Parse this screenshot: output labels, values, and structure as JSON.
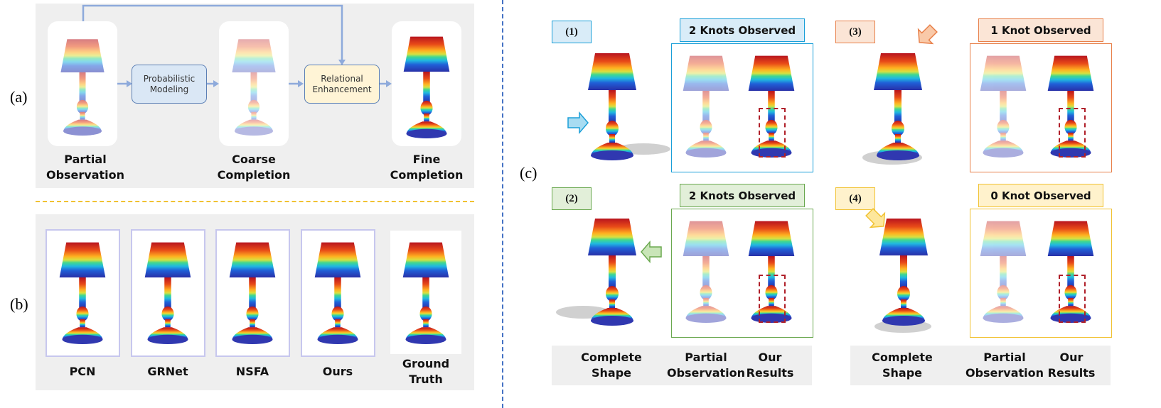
{
  "labels": {
    "a": "(a)",
    "b": "(b)",
    "c": "(c)"
  },
  "panel_a": {
    "stages": [
      {
        "line1": "Partial",
        "line2": "Observation"
      },
      {
        "line1": "Coarse",
        "line2": "Completion"
      },
      {
        "line1": "Fine",
        "line2": "Completion"
      }
    ],
    "prob_box": {
      "line1": "Probabilistic",
      "line2": "Modeling"
    },
    "rel_box": {
      "line1": "Relational",
      "line2": "Enhancement"
    }
  },
  "panel_b": {
    "methods": [
      "PCN",
      "GRNet",
      "NSFA",
      "Ours"
    ],
    "ground_truth": {
      "line1": "Ground",
      "line2": "Truth"
    }
  },
  "panel_c": {
    "cases": [
      {
        "num": "(1)",
        "title": "2 Knots Observed",
        "color": "#1a9fd8",
        "fill": "#d9ecf8"
      },
      {
        "num": "(2)",
        "title": "2 Knots Observed",
        "color": "#6aa84f",
        "fill": "#e2efd9"
      },
      {
        "num": "(3)",
        "title": "1 Knot Observed",
        "color": "#e8804a",
        "fill": "#fbe5d6"
      },
      {
        "num": "(4)",
        "title": "0 Knot Observed",
        "color": "#f1c232",
        "fill": "#fff2cc"
      }
    ],
    "footer_left": [
      {
        "line1": "Complete",
        "line2": "Shape"
      },
      {
        "line1": "Partial",
        "line2": "Observation"
      },
      {
        "line1": "Our",
        "line2": "Results"
      }
    ],
    "footer_right": [
      {
        "line1": "Complete",
        "line2": "Shape"
      },
      {
        "line1": "Partial",
        "line2": "Observation"
      },
      {
        "line1": "Our",
        "line2": "Results"
      }
    ]
  },
  "colors": {
    "arrow": "#8eaadb",
    "divider_blue": "#4472c4",
    "divider_orange": "#f1c232",
    "dash_red": "#b0202a"
  }
}
